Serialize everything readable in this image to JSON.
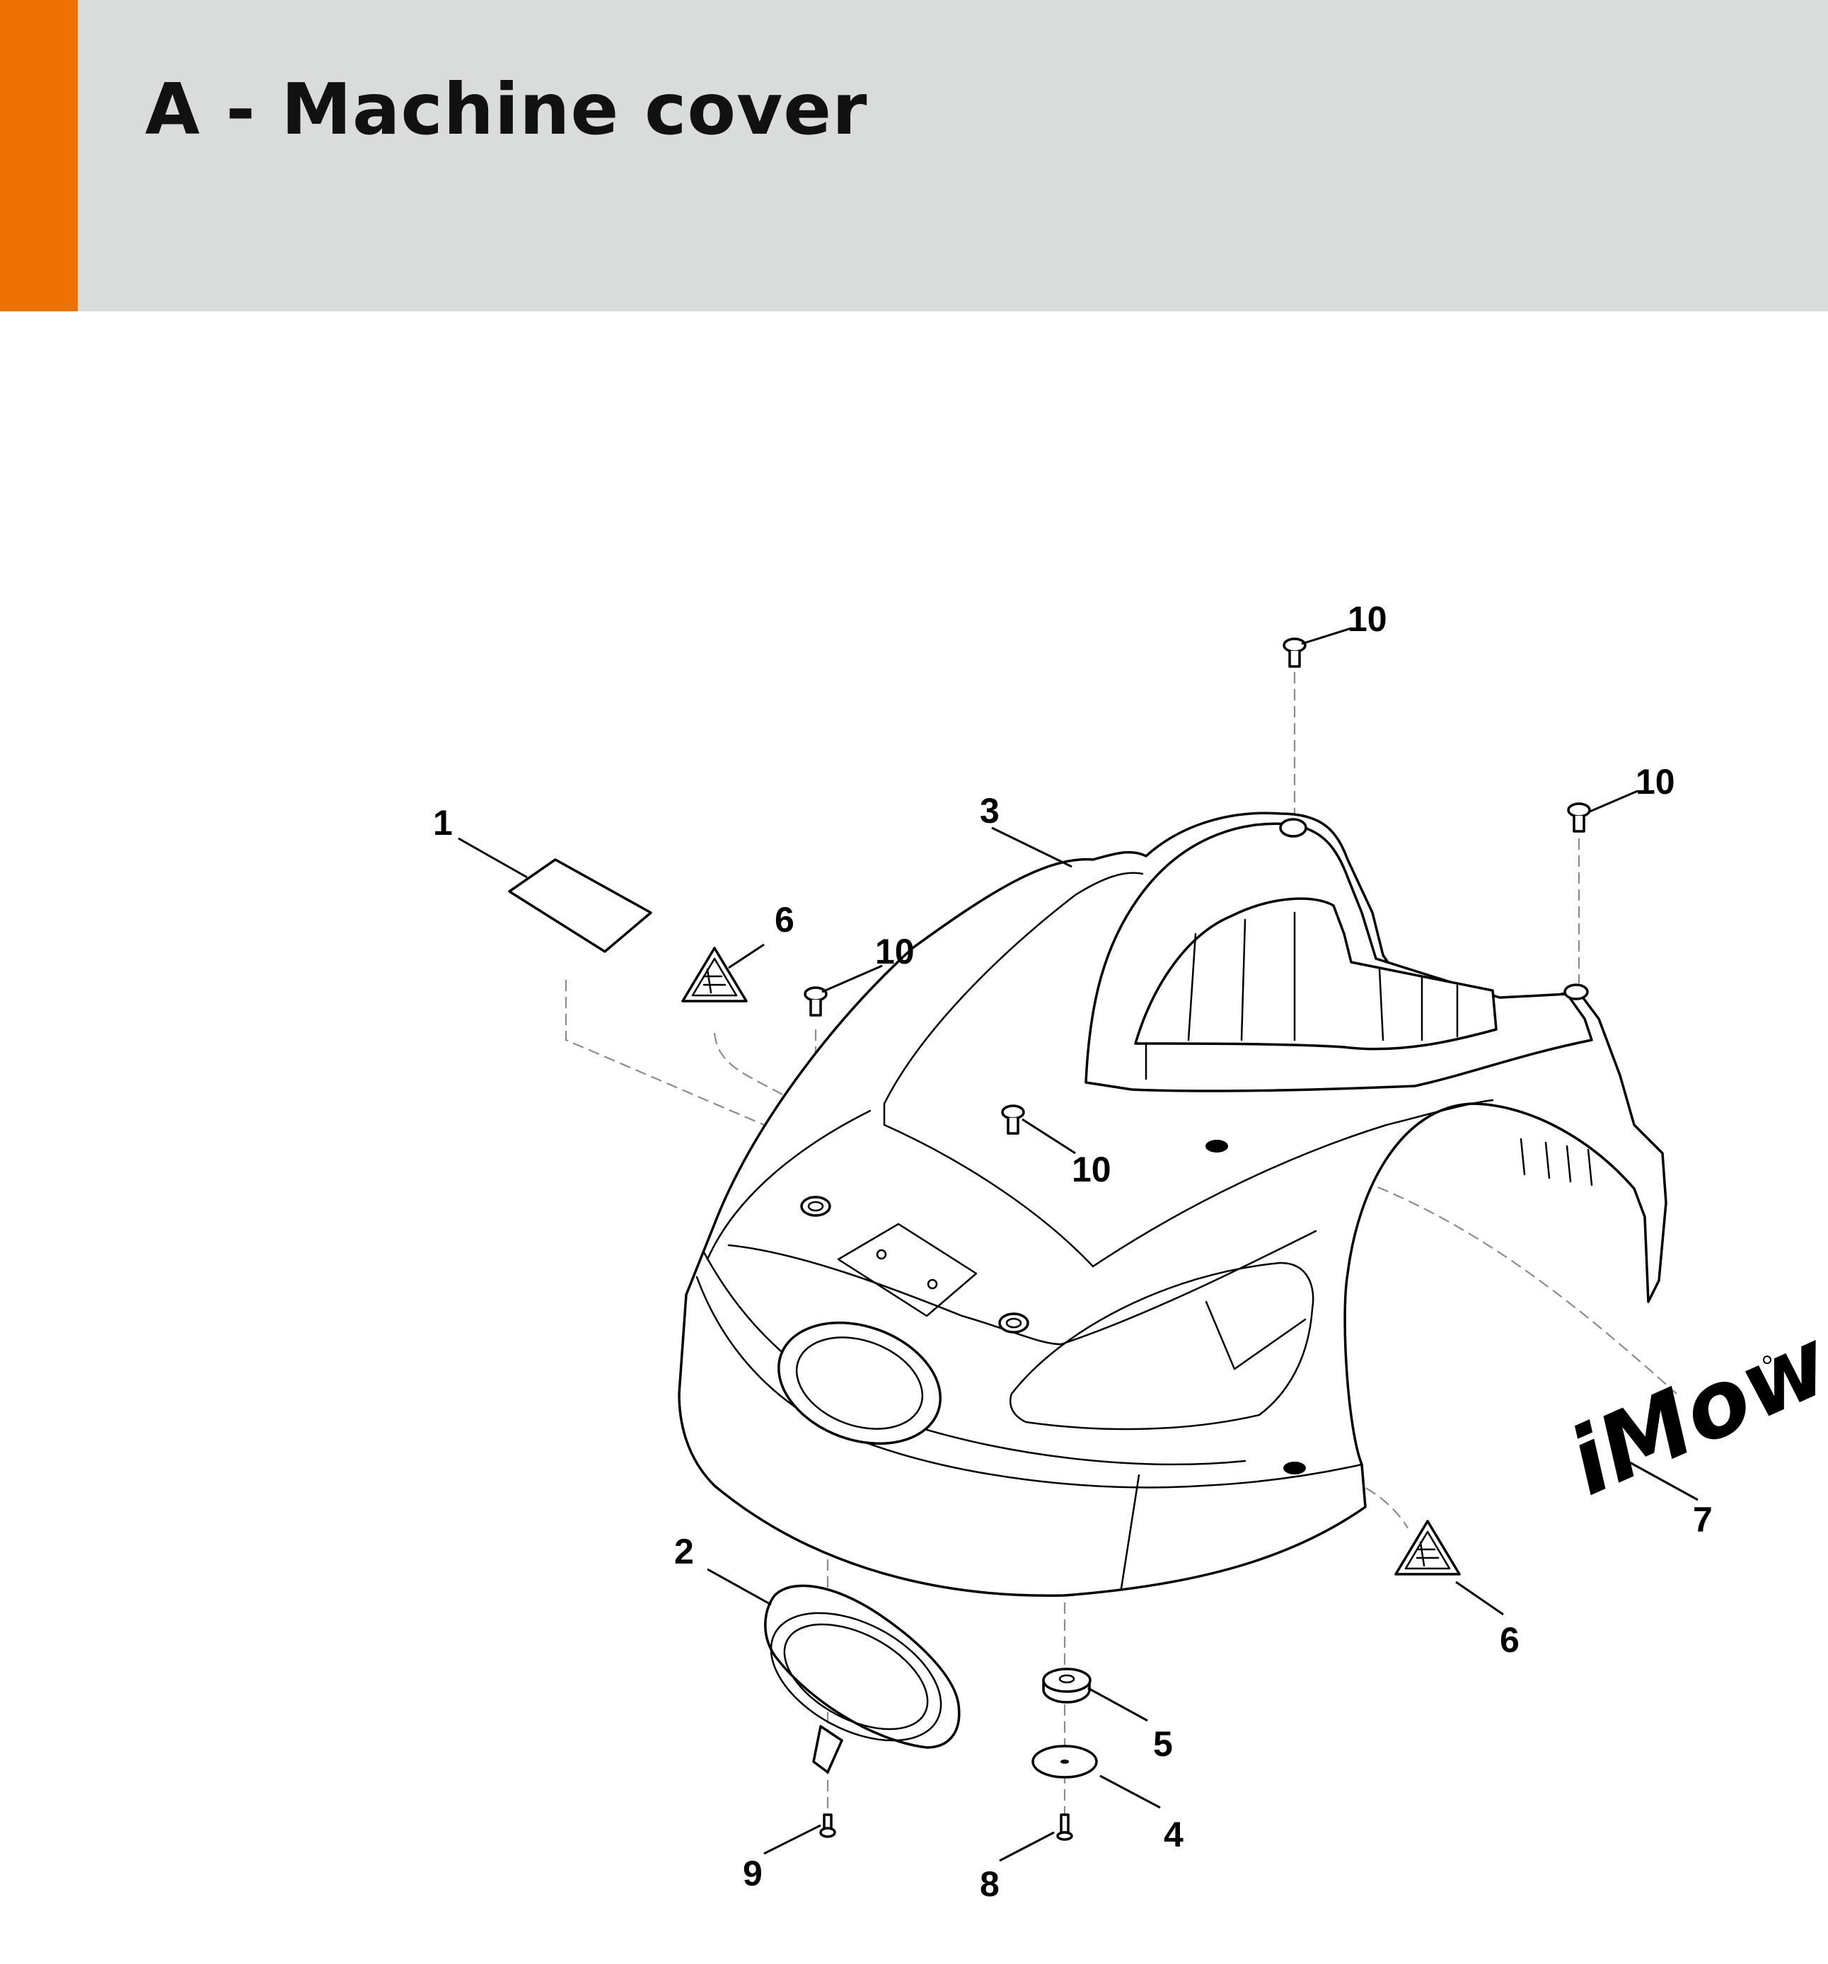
{
  "header": {
    "title": "A - Machine cover",
    "accent_color": "#ee7203",
    "background_color": "#dadbdb"
  },
  "diagram": {
    "logo_text": "iMow",
    "callouts": [
      "1",
      "2",
      "3",
      "4",
      "5",
      "6",
      "6",
      "7",
      "8",
      "9",
      "10",
      "10",
      "10",
      "10"
    ]
  }
}
